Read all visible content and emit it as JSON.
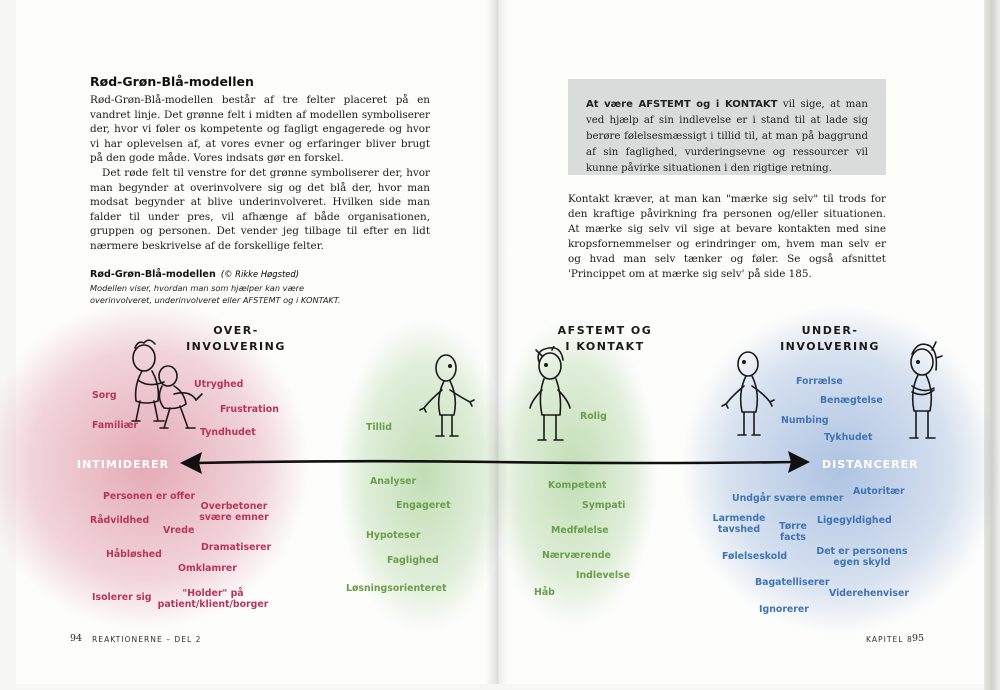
{
  "left_page": {
    "heading": "Rød-Grøn-Blå-modellen",
    "paragraphs": [
      "Rød-Grøn-Blå-modellen består af tre felter placeret på en vandret linje. Det grønne felt i midten af modellen symboliserer der, hvor vi føler os kompetente og fagligt engagerede og hvor vi har oplevelsen af, at vores evner og erfaringer bliver brugt på den gode måde. Vores indsats gør en forskel.",
      "Det røde felt til venstre for det grønne symboliserer der, hvor man begynder at overinvolvere sig og det blå der, hvor man modsat begynder at blive underinvolveret. Hvilken side man falder til under pres, vil afhænge af både organisationen, gruppen og personen. Det vender jeg tilbage til efter en lidt nærmere beskrivelse af de forskellige felter."
    ],
    "figure_caption_title": "Rød-Grøn-Blå-modellen",
    "figure_caption_credit": "(© Rikke Høgsted)",
    "figure_caption_text": "Modellen viser, hvordan man som hjælper kan være overinvolveret, underinvolveret eller AFSTEMT og i KONTAKT.",
    "page_number": "94",
    "running_head": "REAKTIONERNE – DEL 2"
  },
  "right_page": {
    "callout_bold": "At være AFSTEMT og i KONTAKT",
    "callout_rest": " vil sige, at man ved hjælp af sin indlevelse er i stand til at lade sig berøre følelsesmæssigt i tillid til, at man på baggrund af sin faglighed, vurderingsevne og ressourcer vil kunne påvirke situationen i den rigtige retning.",
    "paragraph": "Kontakt kræver, at man kan \"mærke sig selv\" til trods for den kraftige påvirkning fra personen og/eller situationen. At mærke sig selv vil sige at bevare kontakten med sine kropsfornemmelser og erindringer om, hvem man selv er og hvad man selv tænker og føler. Se også afsnittet 'Princippet om at mærke sig selv' på side 185.",
    "running_head": "KAPITEL 8",
    "page_number": "95"
  },
  "model": {
    "colors": {
      "red": "#b8355a",
      "green": "#6a9e4a",
      "blue": "#3f74b3"
    },
    "headers": {
      "over": [
        "OVER-",
        "INVOLVERING"
      ],
      "afstemt": [
        "AFSTEMT OG",
        "I KONTAKT"
      ],
      "under": [
        "UNDER-",
        "INVOLVERING"
      ]
    },
    "axis": {
      "left": "INTIMIDERER",
      "right": "DISTANCERER"
    },
    "red_words": {
      "sorg": "Sorg",
      "utryghed": "Utryghed",
      "frustration": "Frustration",
      "familiaer": "Familiær",
      "tyndhudet": "Tyndhudet",
      "personen_er_offer": "Personen er offer",
      "overbetoner_1": "Overbetoner",
      "overbetoner_2": "svære emner",
      "raadvildhed": "Rådvildhed",
      "vrede": "Vrede",
      "dramatiserer": "Dramatiserer",
      "haabloeshed": "Håbløshed",
      "omklamrer": "Omklamrer",
      "isolerer_sig": "Isolerer sig",
      "holder_1": "\"Holder\" på",
      "holder_2": "patient/klient/borger"
    },
    "green_words": {
      "tillid": "Tillid",
      "rolig": "Rolig",
      "analyser": "Analyser",
      "engageret": "Engageret",
      "hypoteser": "Hypoteser",
      "faglighed": "Faglighed",
      "loesningsorienteret": "Løsningsorienteret",
      "kompetent": "Kompetent",
      "sympati": "Sympati",
      "medfoelelse": "Medfølelse",
      "naervaerende": "Nærværende",
      "indlevelse": "Indlevelse",
      "haab": "Håb"
    },
    "blue_words": {
      "forraelse": "Forrælse",
      "benaegtelse": "Benægtelse",
      "numbing": "Numbing",
      "tykhudet": "Tykhudet",
      "autoritaer": "Autoritær",
      "undgaar": "Undgår svære emner",
      "larmende_1": "Larmende",
      "larmende_2": "tavshed",
      "toerre_1": "Tørre",
      "toerre_2": "facts",
      "ligegyldighed": "Ligegyldighed",
      "foelelseskold": "Følelseskold",
      "personens_1": "Det er personens",
      "personens_2": "egen skyld",
      "bagatelliserer": "Bagatelliserer",
      "viderehenviser": "Viderehenviser",
      "ignorerer": "Ignorerer"
    }
  }
}
